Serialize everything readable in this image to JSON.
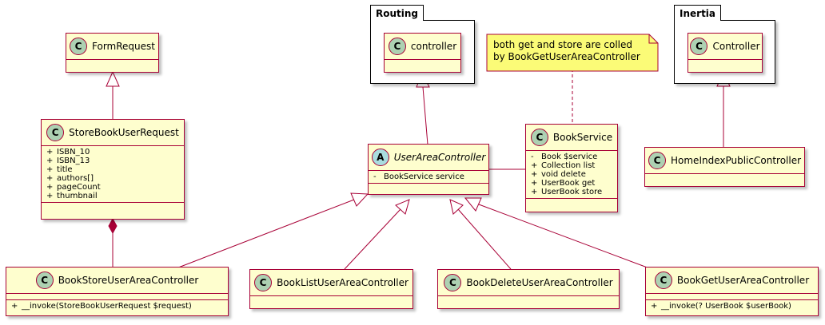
{
  "packages": {
    "routing": {
      "name": "Routing"
    },
    "inertia": {
      "name": "Inertia"
    }
  },
  "classes": {
    "form_request": {
      "name": "FormRequest",
      "stereotype": "C"
    },
    "store_book_user_request": {
      "name": "StoreBookUserRequest",
      "stereotype": "C",
      "fields": [
        {
          "vis": "+",
          "text": "ISBN_10"
        },
        {
          "vis": "+",
          "text": "ISBN_13"
        },
        {
          "vis": "+",
          "text": "title"
        },
        {
          "vis": "+",
          "text": "authors[]"
        },
        {
          "vis": "+",
          "text": "pageCount"
        },
        {
          "vis": "+",
          "text": "thumbnail"
        }
      ]
    },
    "routing_controller": {
      "name": "controller",
      "stereotype": "C"
    },
    "user_area_controller": {
      "name": "UserAreaController",
      "stereotype": "A",
      "fields": [
        {
          "vis": "-",
          "text": "BookService service"
        }
      ]
    },
    "book_service": {
      "name": "BookService",
      "stereotype": "C",
      "fields": [
        {
          "vis": "-",
          "text": "Book $service"
        },
        {
          "vis": "+",
          "text": "Collection list"
        },
        {
          "vis": "+",
          "text": "void delete"
        },
        {
          "vis": "+",
          "text": "UserBook get"
        },
        {
          "vis": "+",
          "text": "UserBook store"
        }
      ]
    },
    "inertia_controller": {
      "name": "Controller",
      "stereotype": "C"
    },
    "home_index_public_controller": {
      "name": "HomeIndexPublicController",
      "stereotype": "C"
    },
    "book_store_user_area_controller": {
      "name": "BookStoreUserAreaController",
      "stereotype": "C",
      "methods": [
        {
          "vis": "+",
          "text": "__invoke(StoreBookUserRequest $request)"
        }
      ]
    },
    "book_list_user_area_controller": {
      "name": "BookListUserAreaController",
      "stereotype": "C"
    },
    "book_delete_user_area_controller": {
      "name": "BookDeleteUserAreaController",
      "stereotype": "C"
    },
    "book_get_user_area_controller": {
      "name": "BookGetUserAreaController",
      "stereotype": "C",
      "methods": [
        {
          "vis": "+",
          "text": "__invoke(? UserBook $userBook)"
        }
      ]
    }
  },
  "note": {
    "lines": [
      "both get and store are colled",
      "by BookGetUserAreaController"
    ]
  },
  "colors": {
    "class_fill": "#FEFECE",
    "class_border": "#A80036",
    "class_circle": "#ADD1B2",
    "abstract_circle": "#A9DCDF",
    "note_fill": "#FBFB77",
    "line": "#A80036"
  }
}
